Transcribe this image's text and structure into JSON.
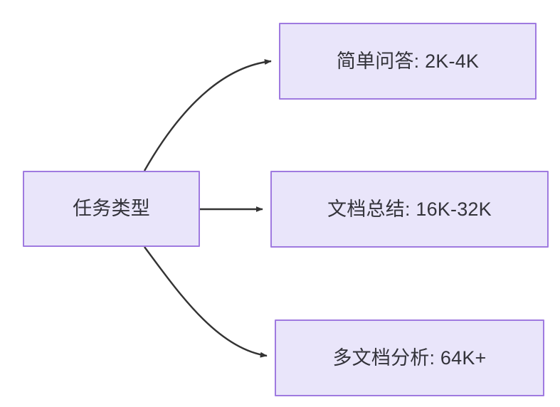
{
  "diagram": {
    "type": "flowchart",
    "direction": "left-to-right",
    "background_color": "#ffffff",
    "node_style": {
      "fill": "#e9e5fa",
      "border": "#9f7ae0",
      "text_color": "#33333a"
    },
    "edge_style": {
      "color": "#333333",
      "arrowhead": "filled-triangle"
    },
    "nodes": [
      {
        "id": "task-type",
        "label": "任务类型",
        "role": "source"
      },
      {
        "id": "simple-qa",
        "label": "简单问答: 2K-4K",
        "role": "target"
      },
      {
        "id": "doc-summary",
        "label": "文档总结: 16K-32K",
        "role": "target"
      },
      {
        "id": "multi-doc",
        "label": "多文档分析: 64K+",
        "role": "target"
      }
    ],
    "edges": [
      {
        "id": "edge-task-to-simple-qa",
        "from": "task-type",
        "to": "simple-qa",
        "shape": "curved",
        "label": ""
      },
      {
        "id": "edge-task-to-doc-summary",
        "from": "task-type",
        "to": "doc-summary",
        "shape": "straight",
        "label": ""
      },
      {
        "id": "edge-task-to-multi-doc",
        "from": "task-type",
        "to": "multi-doc",
        "shape": "curved",
        "label": ""
      }
    ]
  }
}
